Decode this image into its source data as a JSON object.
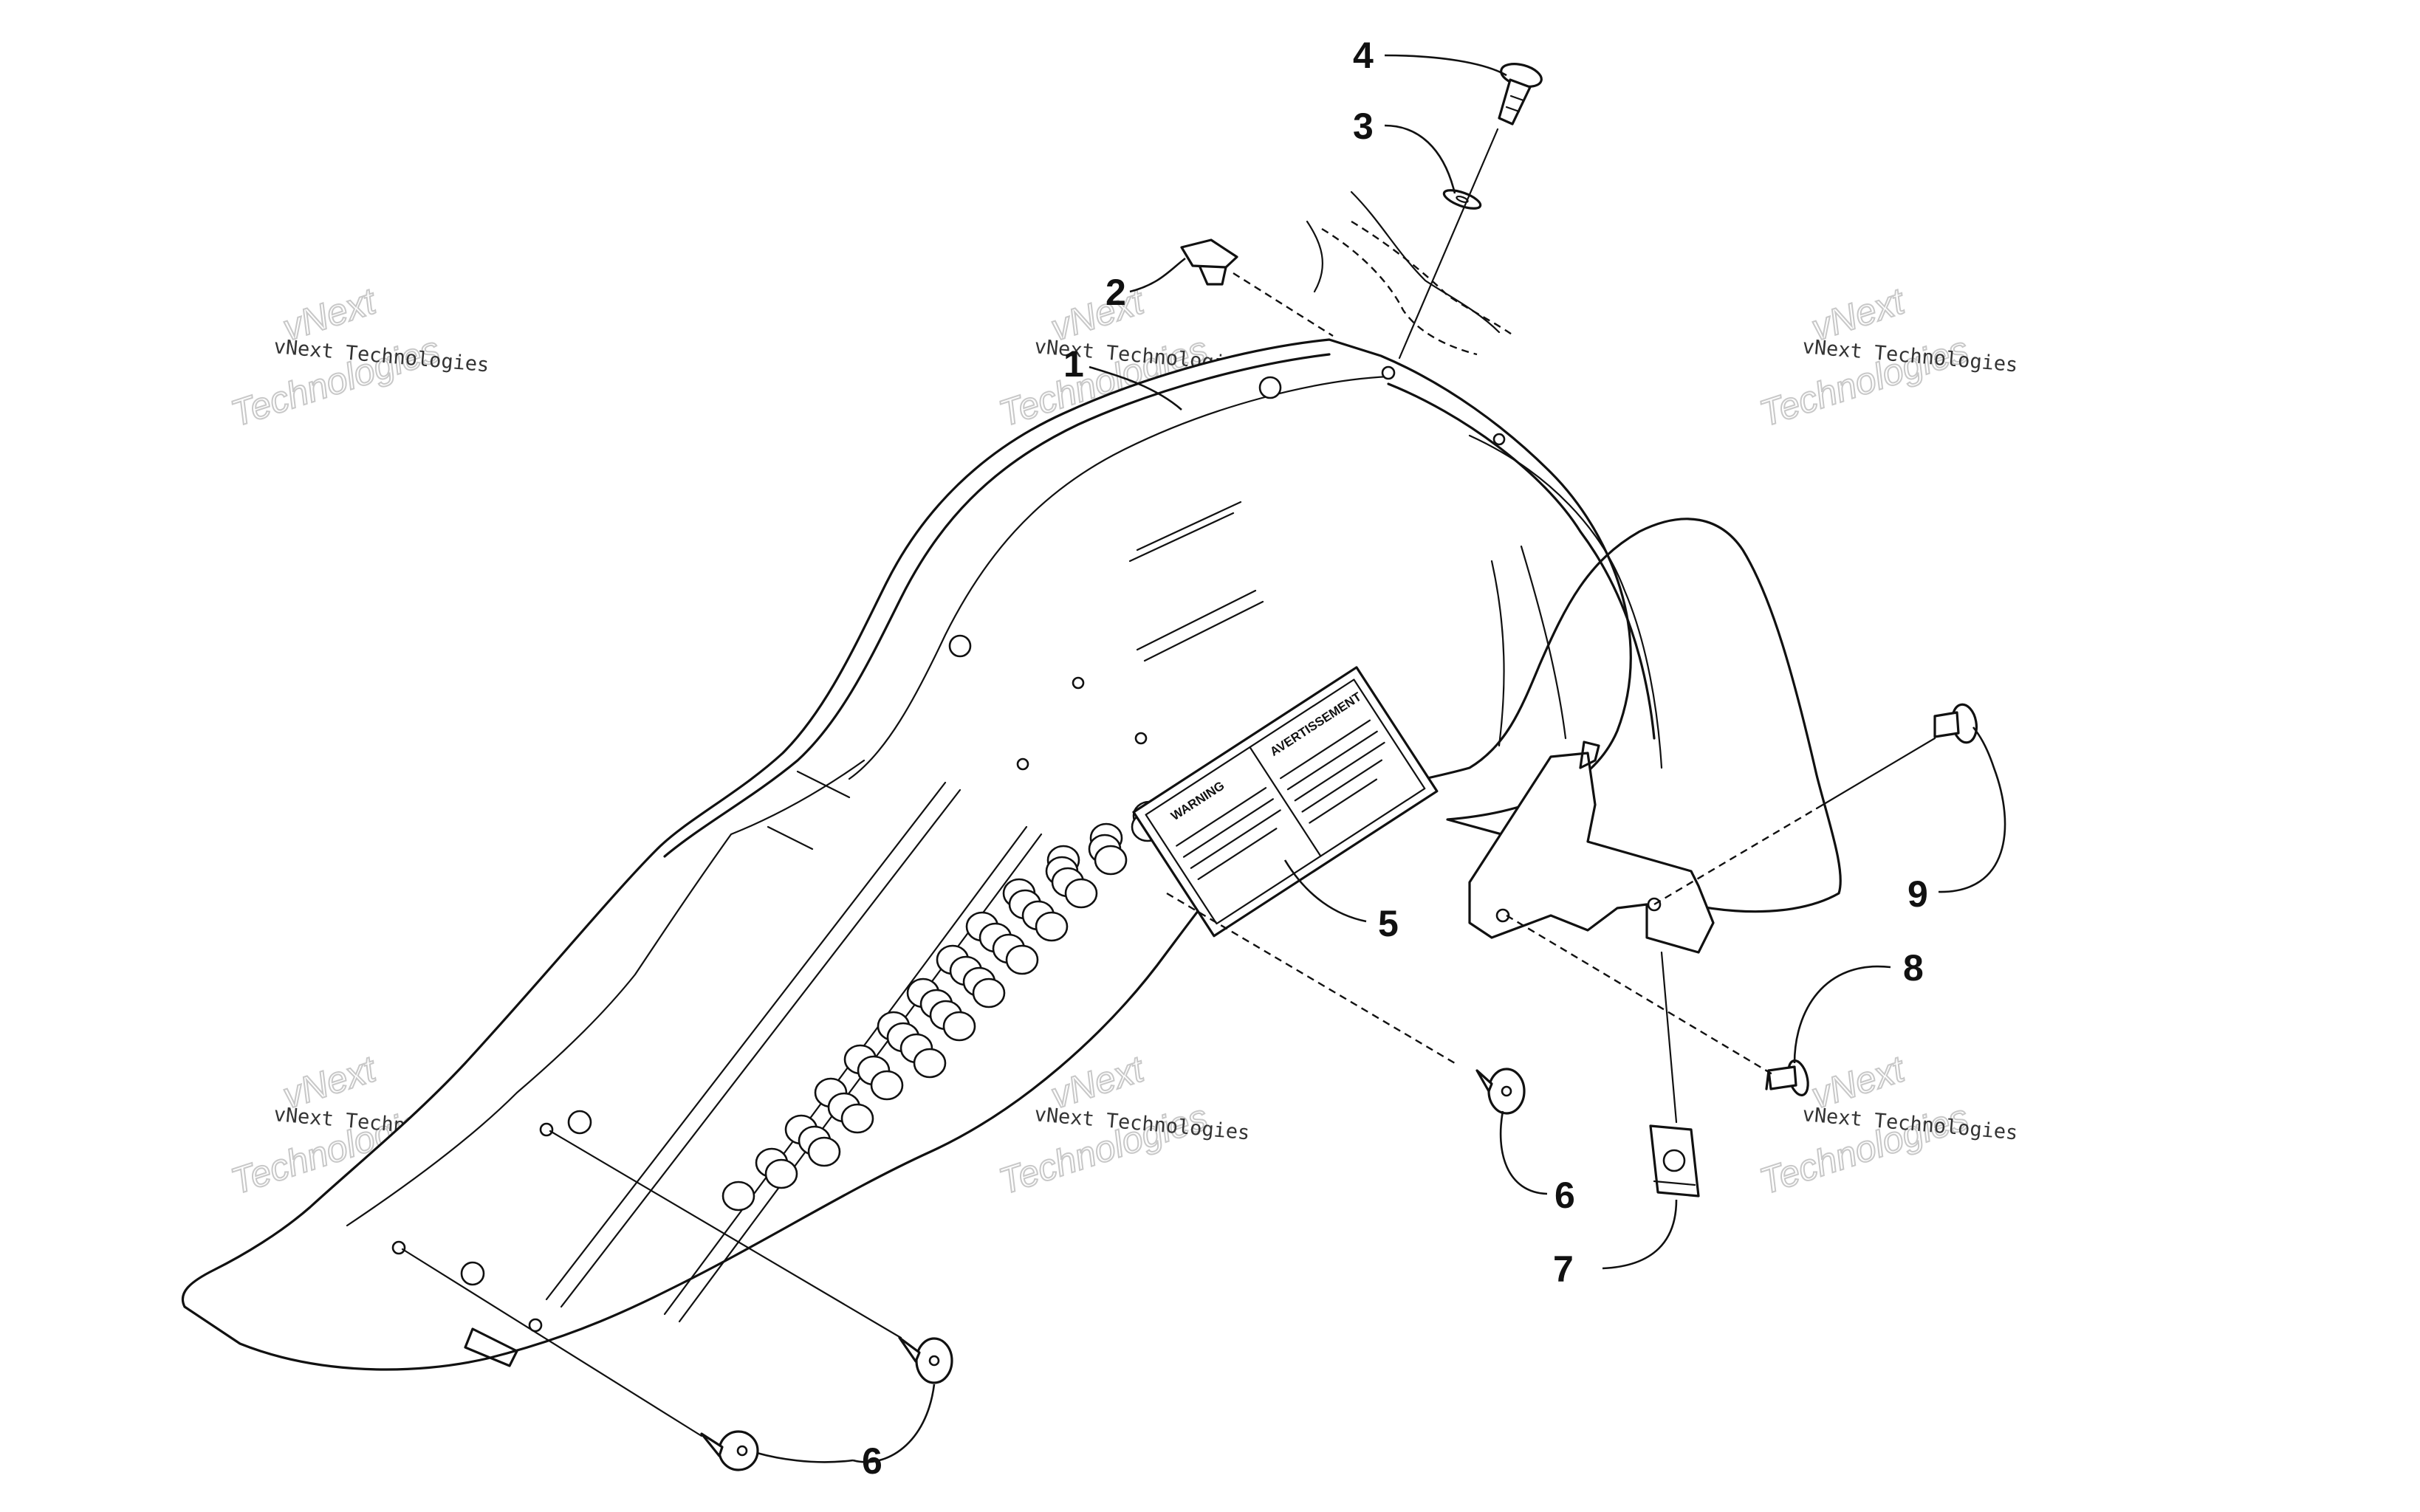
{
  "callouts": [
    {
      "id": "c1",
      "text": "1"
    },
    {
      "id": "c2",
      "text": "2"
    },
    {
      "id": "c3",
      "text": "3"
    },
    {
      "id": "c4",
      "text": "4"
    },
    {
      "id": "c5",
      "text": "5"
    },
    {
      "id": "c6a",
      "text": "6"
    },
    {
      "id": "c6b",
      "text": "6"
    },
    {
      "id": "c7",
      "text": "7"
    },
    {
      "id": "c8",
      "text": "8"
    },
    {
      "id": "c9",
      "text": "9"
    }
  ],
  "warning_label": {
    "warning": "WARNING",
    "avertissement": "AVERTISSEMENT"
  },
  "watermark": {
    "line_small": "vNext Technologies",
    "line_big_top": "vNext",
    "line_big_bottom": "Technologies"
  },
  "colors": {
    "ink": "#111111",
    "background": "#ffffff",
    "watermark": "#c8c8c8"
  }
}
